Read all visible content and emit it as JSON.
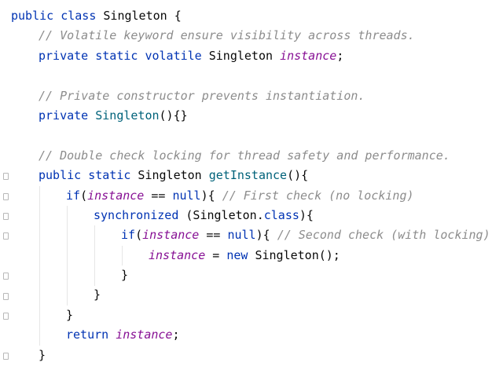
{
  "editor": {
    "language": "java",
    "colors": {
      "keyword": "#0033b3",
      "field": "#871094",
      "method": "#00627a",
      "comment": "#8c8c8c",
      "plain": "#080808",
      "background": "#ffffff"
    },
    "lines": [
      {
        "indent": 0,
        "tokens": [
          {
            "t": "public",
            "k": "keyword"
          },
          {
            "t": " ",
            "k": "plain"
          },
          {
            "t": "class",
            "k": "keyword"
          },
          {
            "t": " Singleton {",
            "k": "plain"
          }
        ]
      },
      {
        "indent": 1,
        "tokens": [
          {
            "t": "// Volatile keyword ensure visibility across threads.",
            "k": "comment"
          }
        ]
      },
      {
        "indent": 1,
        "tokens": [
          {
            "t": "private",
            "k": "keyword"
          },
          {
            "t": " ",
            "k": "plain"
          },
          {
            "t": "static",
            "k": "keyword"
          },
          {
            "t": " ",
            "k": "plain"
          },
          {
            "t": "volatile",
            "k": "keyword"
          },
          {
            "t": " Singleton ",
            "k": "plain"
          },
          {
            "t": "instance",
            "k": "field"
          },
          {
            "t": ";",
            "k": "plain"
          }
        ]
      },
      {
        "indent": 0,
        "tokens": []
      },
      {
        "indent": 1,
        "tokens": [
          {
            "t": "// Private constructor prevents instantiation.",
            "k": "comment"
          }
        ]
      },
      {
        "indent": 1,
        "tokens": [
          {
            "t": "private",
            "k": "keyword"
          },
          {
            "t": " ",
            "k": "plain"
          },
          {
            "t": "Singleton",
            "k": "method"
          },
          {
            "t": "(){}",
            "k": "plain"
          }
        ]
      },
      {
        "indent": 0,
        "tokens": []
      },
      {
        "indent": 1,
        "tokens": [
          {
            "t": "// Double check locking for thread safety and performance.",
            "k": "comment"
          }
        ]
      },
      {
        "indent": 1,
        "fold": true,
        "tokens": [
          {
            "t": "public",
            "k": "keyword"
          },
          {
            "t": " ",
            "k": "plain"
          },
          {
            "t": "static",
            "k": "keyword"
          },
          {
            "t": " Singleton ",
            "k": "plain"
          },
          {
            "t": "getInstance",
            "k": "method"
          },
          {
            "t": "(){",
            "k": "plain"
          }
        ]
      },
      {
        "indent": 2,
        "fold": true,
        "tokens": [
          {
            "t": "if",
            "k": "keyword"
          },
          {
            "t": "(",
            "k": "plain"
          },
          {
            "t": "instance",
            "k": "field"
          },
          {
            "t": " == ",
            "k": "plain"
          },
          {
            "t": "null",
            "k": "null"
          },
          {
            "t": "){ ",
            "k": "plain"
          },
          {
            "t": "// First check (no locking)",
            "k": "comment"
          }
        ]
      },
      {
        "indent": 3,
        "fold": true,
        "tokens": [
          {
            "t": "synchronized",
            "k": "keyword"
          },
          {
            "t": " (Singleton.",
            "k": "plain"
          },
          {
            "t": "class",
            "k": "class"
          },
          {
            "t": "){",
            "k": "plain"
          }
        ]
      },
      {
        "indent": 4,
        "fold": true,
        "tokens": [
          {
            "t": "if",
            "k": "keyword"
          },
          {
            "t": "(",
            "k": "plain"
          },
          {
            "t": "instance",
            "k": "field"
          },
          {
            "t": " == ",
            "k": "plain"
          },
          {
            "t": "null",
            "k": "null"
          },
          {
            "t": "){ ",
            "k": "plain"
          },
          {
            "t": "// Second check (with locking)",
            "k": "comment"
          }
        ]
      },
      {
        "indent": 5,
        "tokens": [
          {
            "t": "instance",
            "k": "field"
          },
          {
            "t": " = ",
            "k": "plain"
          },
          {
            "t": "new",
            "k": "keyword"
          },
          {
            "t": " Singleton();",
            "k": "plain"
          }
        ]
      },
      {
        "indent": 4,
        "fold": true,
        "tokens": [
          {
            "t": "}",
            "k": "plain"
          }
        ]
      },
      {
        "indent": 3,
        "fold": true,
        "tokens": [
          {
            "t": "}",
            "k": "plain"
          }
        ]
      },
      {
        "indent": 2,
        "fold": true,
        "tokens": [
          {
            "t": "}",
            "k": "plain"
          }
        ]
      },
      {
        "indent": 2,
        "tokens": [
          {
            "t": "return",
            "k": "keyword"
          },
          {
            "t": " ",
            "k": "plain"
          },
          {
            "t": "instance",
            "k": "field"
          },
          {
            "t": ";",
            "k": "plain"
          }
        ]
      },
      {
        "indent": 1,
        "fold": true,
        "tokens": [
          {
            "t": "}",
            "k": "plain"
          }
        ]
      }
    ]
  }
}
